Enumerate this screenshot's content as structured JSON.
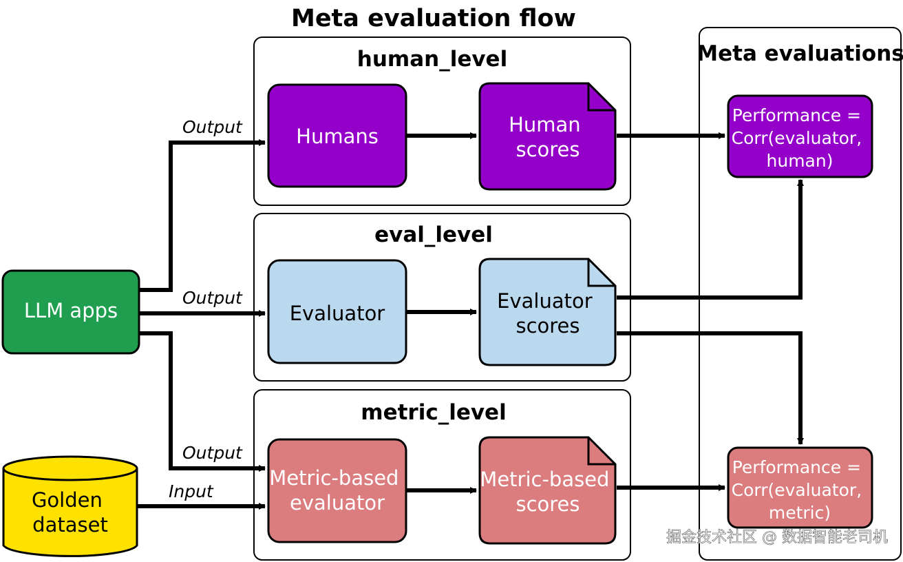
{
  "title": "Meta evaluation flow",
  "colors": {
    "purple": "#9400c9",
    "light_blue": "#bad8ee",
    "rose": "#db7c7e",
    "green": "#1f9e50",
    "yellow": "#ffe100"
  },
  "groups": {
    "human_level": "human_level",
    "eval_level": "eval_level",
    "metric_level": "metric_level",
    "meta_evaluations": "Meta evaluations"
  },
  "nodes": {
    "llm_apps": [
      "LLM apps"
    ],
    "golden_dataset": [
      "Golden",
      "dataset"
    ],
    "humans": [
      "Humans"
    ],
    "human_scores": [
      "Human",
      "scores"
    ],
    "evaluator": [
      "Evaluator"
    ],
    "evaluator_scores": [
      "Evaluator",
      "scores"
    ],
    "metric_evaluator": [
      "Metric-based",
      "evaluator"
    ],
    "metric_scores": [
      "Metric-based",
      "scores"
    ],
    "perf_human": [
      "Performance =",
      "Corr(evaluator,",
      "human)"
    ],
    "perf_metric": [
      "Performance =",
      "Corr(evaluator,",
      "metric)"
    ]
  },
  "edge_labels": {
    "output_human": "Output",
    "output_eval": "Output",
    "output_metric": "Output",
    "input_metric": "Input"
  },
  "watermark": "掘金技术社区 @ 数据智能老司机"
}
